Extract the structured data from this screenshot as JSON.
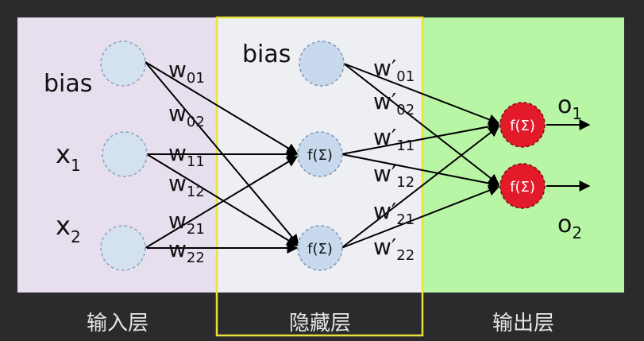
{
  "layers": {
    "input": {
      "label": "输入层",
      "bg": "#e8dfee"
    },
    "hidden": {
      "label": "隐藏层",
      "bg": "#eeeff3",
      "border": "#e8e23a"
    },
    "output": {
      "label": "输出层",
      "bg": "#b8f6a6"
    }
  },
  "input_nodes": {
    "bias": "bias",
    "x1": "x",
    "x1_sub": "1",
    "x2": "x",
    "x2_sub": "2"
  },
  "hidden_nodes": {
    "bias": "bias",
    "h1": "f(Σ)",
    "h2": "f(Σ)"
  },
  "output_nodes": {
    "o1": "f(Σ)",
    "o2": "f(Σ)"
  },
  "outputs": {
    "o1": "o",
    "o1_sub": "1",
    "o2": "o",
    "o2_sub": "2"
  },
  "weights_layer1": {
    "w01": {
      "main": "w",
      "sub": "01"
    },
    "w02": {
      "main": "w",
      "sub": "02"
    },
    "w11": {
      "main": "w",
      "sub": "11"
    },
    "w12": {
      "main": "w",
      "sub": "12"
    },
    "w21": {
      "main": "w",
      "sub": "21"
    },
    "w22": {
      "main": "w",
      "sub": "22"
    }
  },
  "weights_layer2": {
    "w01": {
      "main": "w′",
      "sub": "01"
    },
    "w02": {
      "main": "w′",
      "sub": "02"
    },
    "w11": {
      "main": "w′",
      "sub": "11"
    },
    "w12": {
      "main": "w′",
      "sub": "12"
    },
    "w21": {
      "main": "w′",
      "sub": "21"
    },
    "w22": {
      "main": "w′",
      "sub": "22"
    }
  },
  "colors": {
    "input_node_fill": "#d4e1ef",
    "hidden_node_fill": "#c8d9ee",
    "output_node_fill": "#e21a2a",
    "edge": "#000000"
  }
}
